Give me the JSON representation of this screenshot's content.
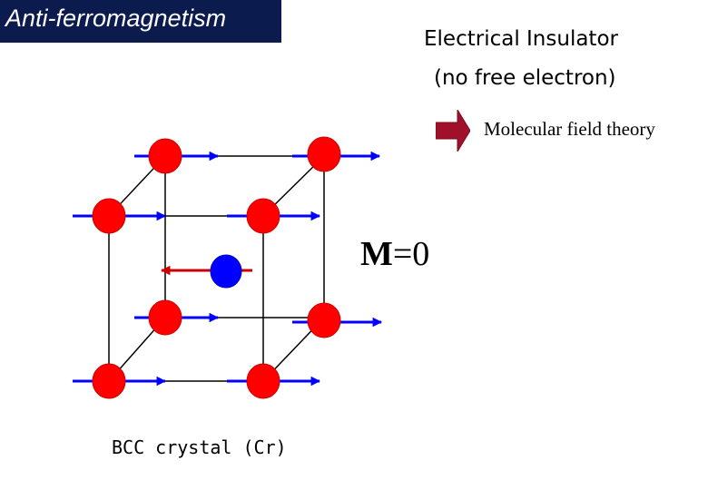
{
  "header": {
    "title": "Anti-ferromagnetism"
  },
  "subtitle": {
    "line1": "Electrical Insulator",
    "line2": "(no free electron)"
  },
  "molecular_field": {
    "label": "Molecular field theory",
    "arrow_icon": "block-arrow-right-icon",
    "arrow_color": "#a0102a"
  },
  "magnetization": {
    "symbol": "M",
    "value": "=0"
  },
  "crystal": {
    "caption": "BCC crystal (Cr)",
    "corner_color": "#ff0000",
    "center_color": "#0000ff",
    "corner_spin": "right",
    "center_spin": "left",
    "corner_spin_color": "#0000ff",
    "center_spin_color": "#cc0000"
  }
}
